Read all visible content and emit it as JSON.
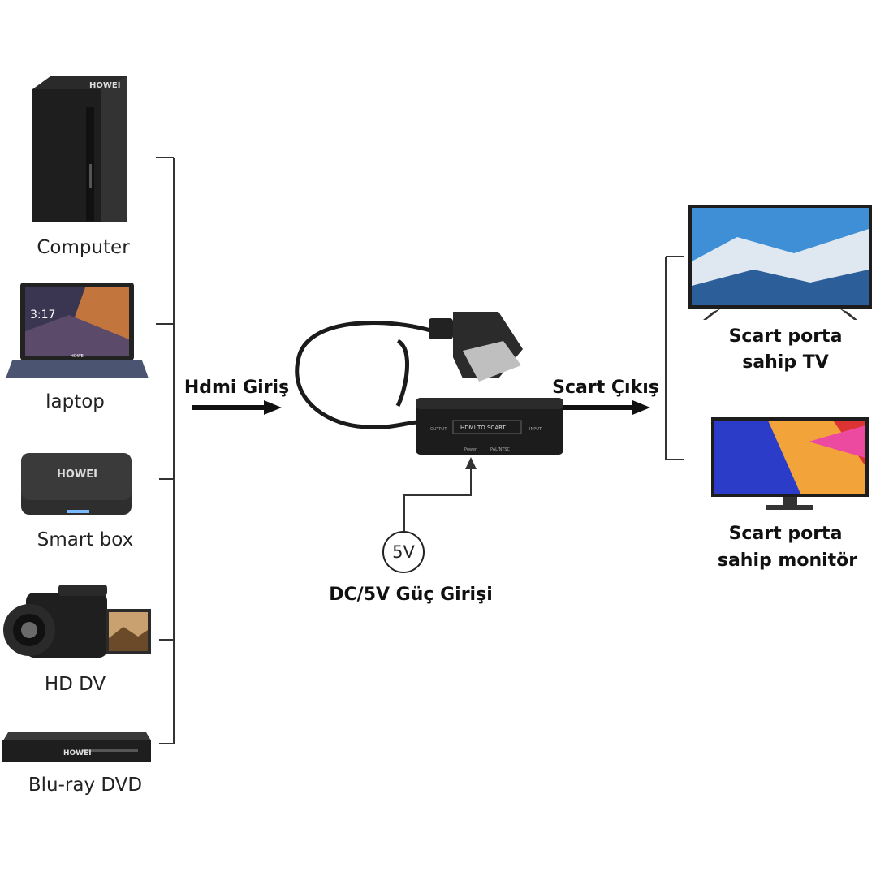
{
  "sources": [
    {
      "label": "Computer",
      "icon": "computer-tower-icon",
      "brand": "HOWEI"
    },
    {
      "label": "laptop",
      "icon": "laptop-icon",
      "screen_time": "3:17",
      "brand": "HOWEI"
    },
    {
      "label": "Smart box",
      "icon": "smart-box-icon",
      "brand": "HOWEI"
    },
    {
      "label": "HD DV",
      "icon": "camcorder-icon"
    },
    {
      "label": "Blu-ray DVD",
      "icon": "bluray-player-icon",
      "brand": "HOWEI"
    }
  ],
  "input_label": "Hdmi Giriş",
  "output_label": "Scart Çıkış",
  "converter": {
    "face_label": "HDMI TO SCART",
    "left_port": "OUTPUT",
    "right_port": "INPUT",
    "power_label": "Power",
    "switch_label": "PAL/NTSC"
  },
  "power": {
    "badge": "5V",
    "label": "DC/5V Güç Girişi"
  },
  "targets": [
    {
      "line1": "Scart  porta",
      "line2": "sahip TV",
      "icon": "tv-icon"
    },
    {
      "line1": "Scart  porta",
      "line2": "sahip monitör",
      "icon": "monitor-icon"
    }
  ],
  "colors": {
    "line": "#333333",
    "device": "#1c1c1c",
    "tv_sky": "#3f8fd6"
  }
}
